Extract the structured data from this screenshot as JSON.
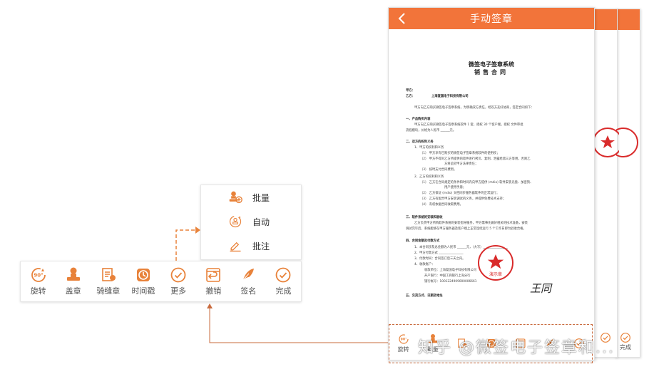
{
  "colors": {
    "accent": "#f2743a",
    "icon_orange": "#e8823a",
    "stamp_red": "#d92b2b",
    "dash": "#c96b3e"
  },
  "toolbar": {
    "items": [
      {
        "icon": "rotate-90-icon",
        "badge": "90°",
        "label": "旋转"
      },
      {
        "icon": "stamp-icon",
        "label": "盖章"
      },
      {
        "icon": "seam-stamp-icon",
        "label": "骑缝章"
      },
      {
        "icon": "timestamp-icon",
        "label": "时间戳"
      },
      {
        "icon": "more-check-icon",
        "label": "更多"
      },
      {
        "icon": "undo-icon",
        "label": "撤销"
      },
      {
        "icon": "signature-pen-icon",
        "label": "签名"
      },
      {
        "icon": "done-check-icon",
        "label": "完成"
      }
    ]
  },
  "popup": {
    "items": [
      {
        "icon": "batch-stamp-icon",
        "label": "批量"
      },
      {
        "icon": "auto-stamp-icon",
        "label": "自动"
      },
      {
        "icon": "annotate-icon",
        "label": "批注"
      }
    ]
  },
  "phone": {
    "title": "手动签章",
    "side_label": "完成",
    "watermark": "知乎 @微签电子签章和...",
    "document": {
      "system_title": "微签电子签章系统",
      "contract_title": "销售合同",
      "party_a": "甲方：",
      "party_b_label": "乙方：",
      "party_b_name": "上海复国电子科技有限公司",
      "intro": "甲方向乙方购买微签电子签章系统，为明确双方责任，经双方友好协商，签定合同如下：",
      "s1_title": "一、产品购买内容",
      "s1_line1": "甲方向乙方购买微签电子签章系统软件 1 套，授权 30 个客户端，授权 文件审批",
      "s1_line2": "流程模块，价格为人民币 ______元。",
      "s2_title": "二、双方的权利义务",
      "s2_a": "1、甲方的权利和义务",
      "s2_a1": "（1）    甲方享有已购买的微签电子签章系统软件的使用权；",
      "s2_a2": "（2）    甲方不得对乙方所提供的软件进行拷贝、复制、泄露给第三方等用，否则乙",
      "s2_a2b": "方将追究甲方法律责任；",
      "s2_a3": "（3）    按时支付合同费用。",
      "s2_b": "2、乙方的权利和义务",
      "s2_b1": "（1）    乙方在合同规定的条件和时间内向甲方提供 (mdio) 软件安装光盘、加密狗、",
      "s2_b1b": "用户使用手册；",
      "s2_b2": "（2）    乙方保证 (mdio) 文档同步服务器软件的正常运行；",
      "s2_b3": "（3）    乙方有配合甲方安装调试的义务，并提供免费技术支持；",
      "s2_b4": "（4）    有权依据合同收取费用。",
      "s3_title": "三、软件系统的安装和验收",
      "s3_line1": "乙方负责甲方所购软件系统的安装指导服务，甲方需事先做好相关的技术准备，安装",
      "s3_line2": "调试完毕后，系统能够在甲方服务器及客户端上正常连续运行 5 个工作日即为验收合格。",
      "s4_title": "四、合同金额及付款方式",
      "s4_1": "1、本合同涉及总金额为人民币 ______元，（大写）________________",
      "s4_2": "2、甲方付款方式 ________________",
      "s4_3": "3、付款时间：合同签订后三天之内。",
      "s4_4": "4、收款账户：",
      "s4_4a": "收款单位：上海复国电子科技有限公司",
      "s4_4b": "开户银行：中国工商银行上海分行",
      "s4_4c": "银行帐号：1001224909000006661",
      "s5_title": "五、交货方式、日期及地址",
      "stamp_text": "演示章",
      "signature": "王同"
    }
  }
}
